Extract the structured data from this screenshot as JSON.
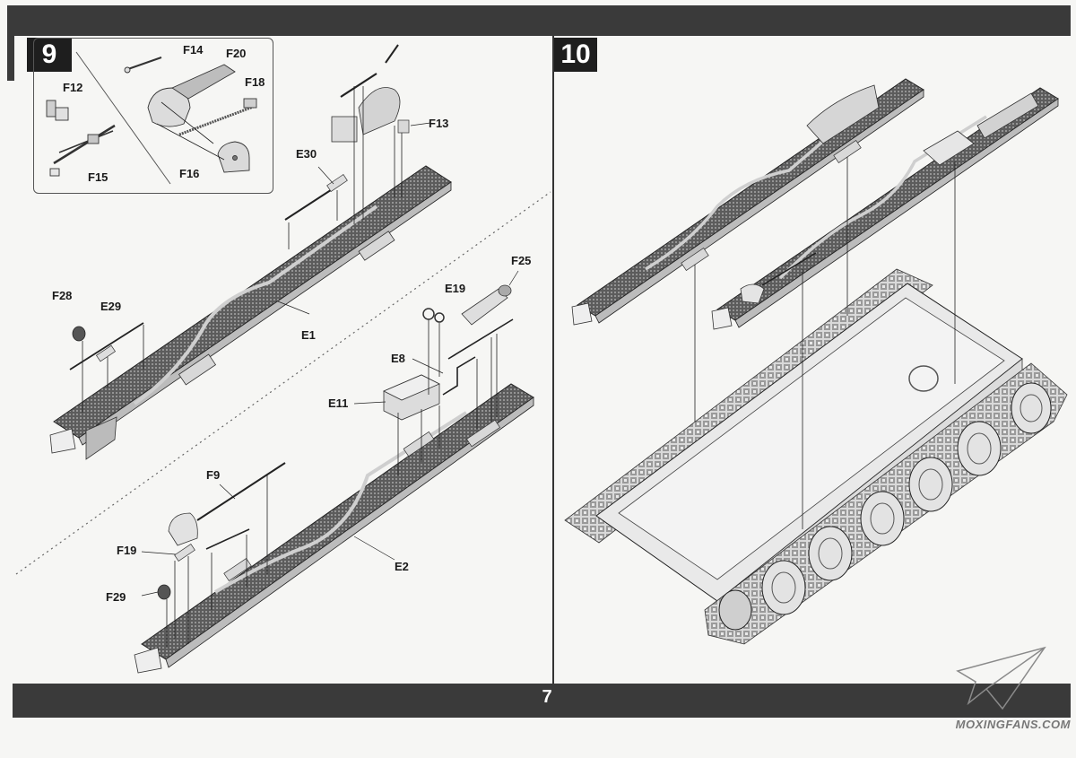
{
  "page_number": "7",
  "steps": {
    "step9": "9",
    "step10": "10"
  },
  "part_labels": {
    "F14": "F14",
    "F20": "F20",
    "F12": "F12",
    "F18": "F18",
    "F15": "F15",
    "F16": "F16",
    "F13": "F13",
    "E30": "E30",
    "F28": "F28",
    "E29": "E29",
    "E1": "E1",
    "F25": "F25",
    "E19": "E19",
    "E8": "E8",
    "E11": "E11",
    "F9": "F9",
    "F19": "F19",
    "F29": "F29",
    "E2": "E2"
  },
  "watermark": "MOXINGFANS.COM",
  "colors": {
    "band": "#3a3a3a",
    "badge": "#1e1e1e",
    "tread_plate": "#6d6d6d",
    "hull": "#e9e9e9"
  }
}
